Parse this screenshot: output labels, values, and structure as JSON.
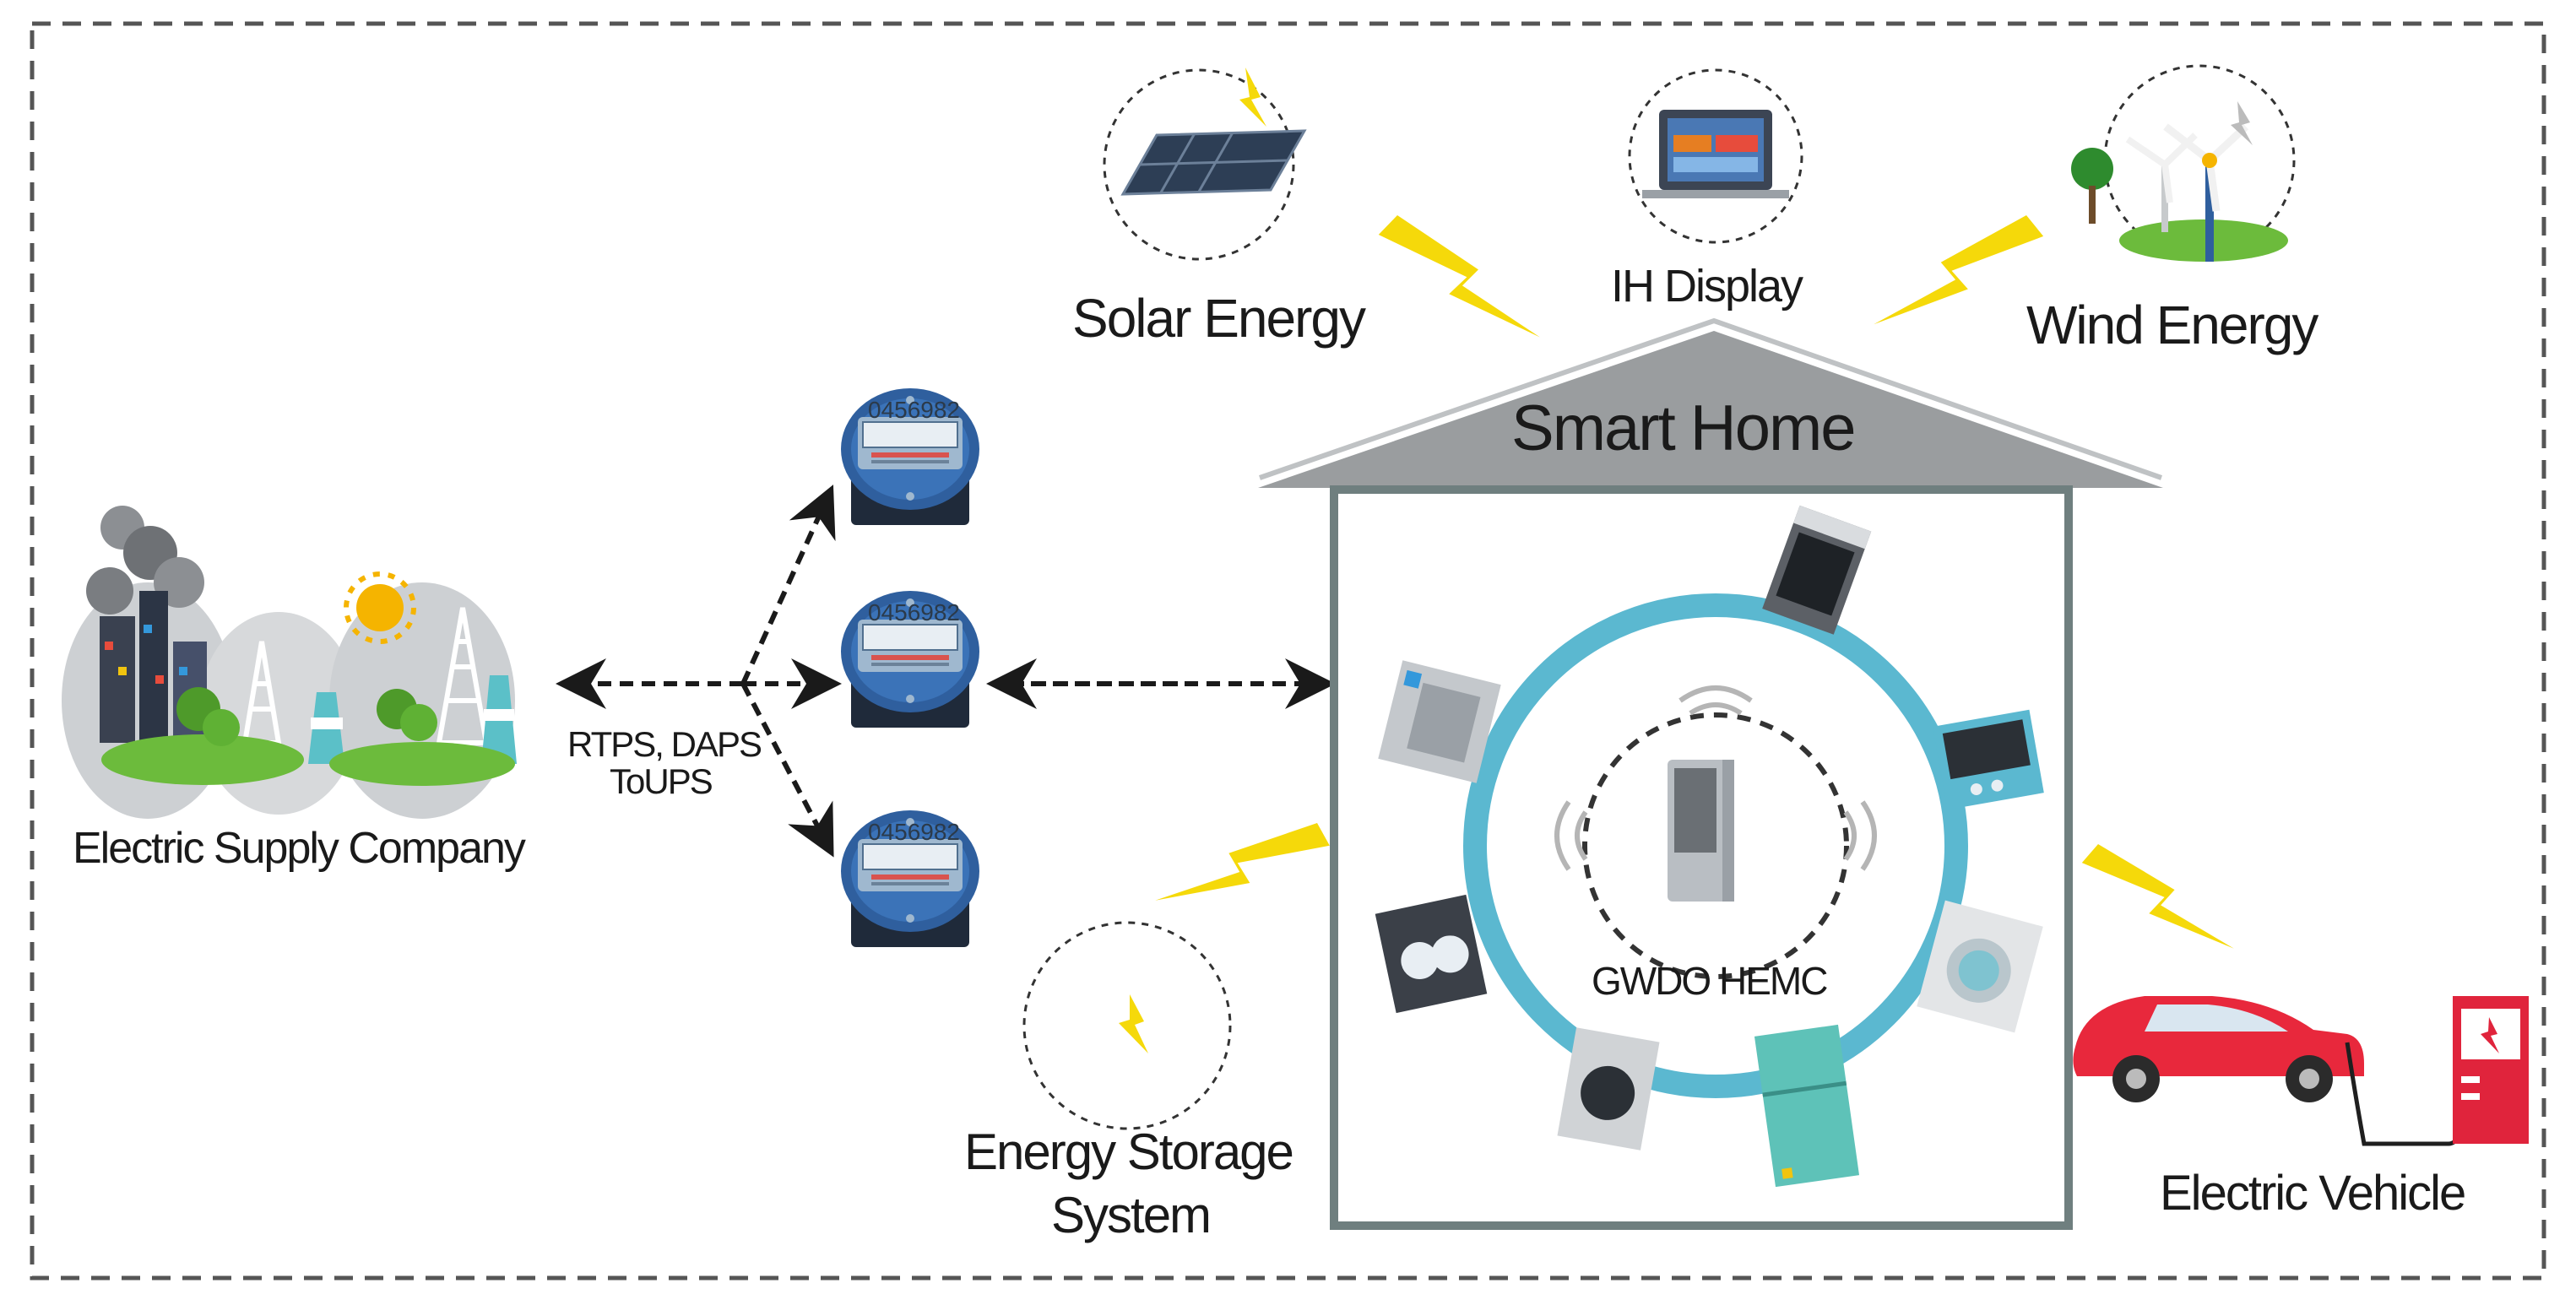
{
  "labels": {
    "electric_supply_company": "Electric Supply Company",
    "pricing_line1": "RTPS, DAPS",
    "pricing_line2": "ToUPS",
    "solar_energy": "Solar Energy",
    "ih_display": "IH Display",
    "wind_energy": "Wind Energy",
    "smart_home": "Smart Home",
    "controller": "GWDO HEMC",
    "energy_storage_line1": "Energy Storage",
    "energy_storage_line2": "System",
    "electric_vehicle": "Electric Vehicle"
  },
  "meters": {
    "reading": "0456982"
  },
  "colors": {
    "lightning": "#f5d90a",
    "ring": "#5bb8d0",
    "house_roof": "#9a9d9f",
    "house_wall": "#6f7f7f",
    "meter_body": "#2f5f9e",
    "car": "#e8283c",
    "charger": "#e0243c"
  }
}
